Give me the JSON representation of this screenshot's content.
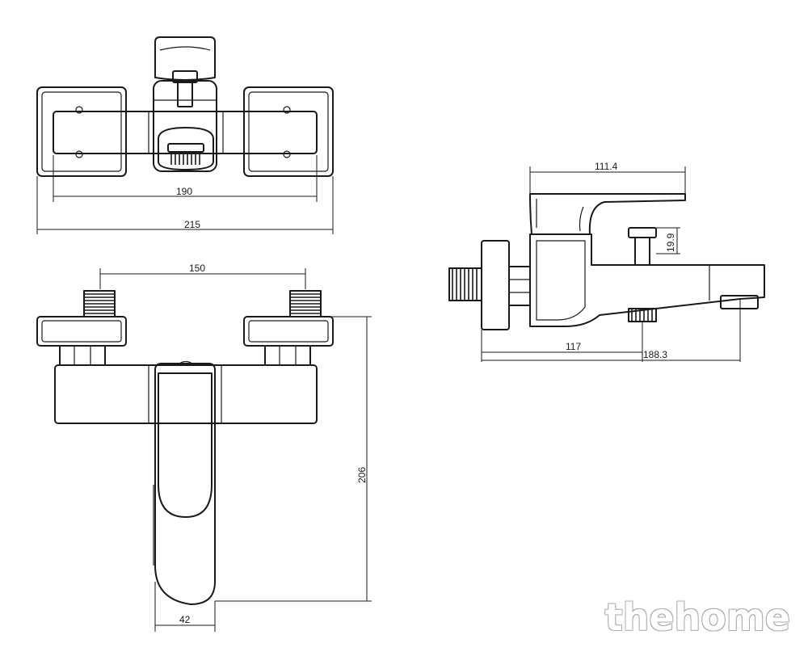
{
  "dimensions": {
    "top_inner_width": "190",
    "top_overall_width": "215",
    "front_inlet_spacing": "150",
    "front_height": "206",
    "front_spout_width": "42",
    "side_lever_length": "111.4",
    "side_diverter_height": "19.9",
    "side_outlet_distance": "117",
    "side_overall_depth": "188.3"
  },
  "watermark": "thehome",
  "colors": {
    "line": "#1a1a1a",
    "background": "#ffffff"
  }
}
